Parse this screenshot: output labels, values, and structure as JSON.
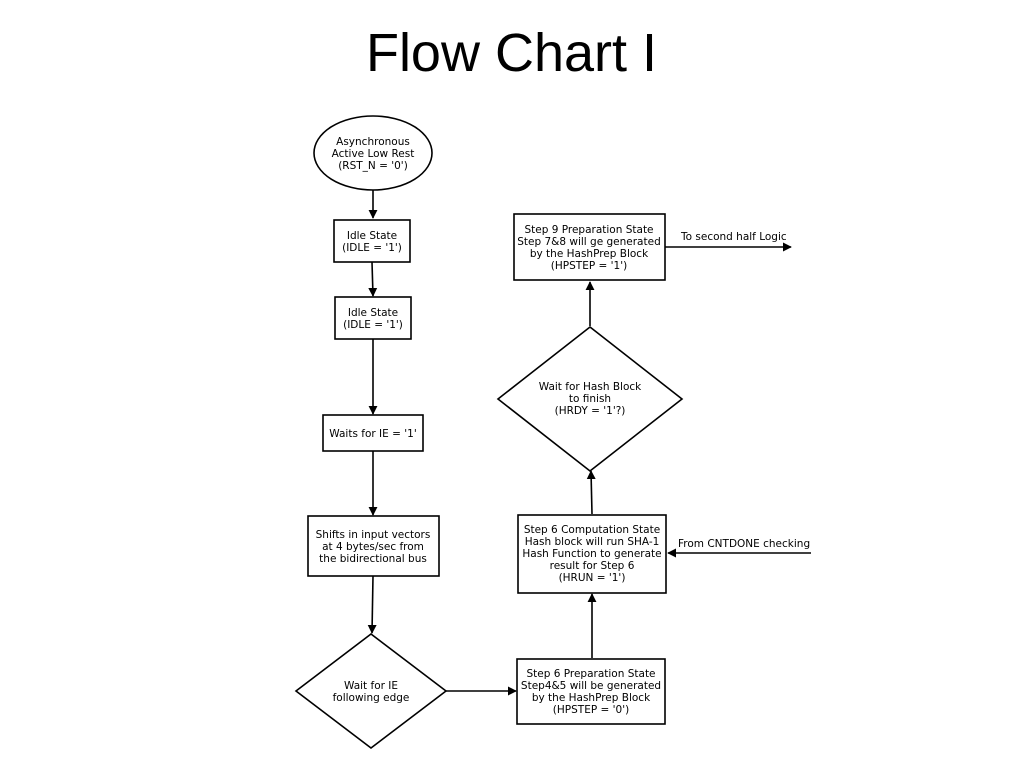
{
  "title": "Flow Chart I",
  "nodes": {
    "reset": {
      "lines": [
        "Asynchronous",
        "Active Low Rest",
        "(RST_N = '0')"
      ]
    },
    "idle1": {
      "lines": [
        "Idle State",
        "(IDLE = '1')"
      ]
    },
    "idle2": {
      "lines": [
        "Idle State",
        "(IDLE = '1')"
      ]
    },
    "wait_ie": {
      "lines": [
        "Waits for IE = '1'"
      ]
    },
    "shift": {
      "lines": [
        "Shifts in input vectors",
        "at 4 bytes/sec from",
        "the bidirectional bus"
      ]
    },
    "wait_edge": {
      "lines": [
        "Wait for IE",
        "following edge"
      ]
    },
    "prep6": {
      "lines": [
        "Step 6 Preparation State",
        "Step4&5 will be generated",
        "by the HashPrep Block",
        "(HPSTEP = '0')"
      ]
    },
    "comp6": {
      "lines": [
        "Step 6 Computation State",
        "Hash block will run SHA-1",
        "Hash Function to generate",
        "result for Step 6",
        "(HRUN = '1')"
      ]
    },
    "wait_hash": {
      "lines": [
        "Wait for Hash Block",
        "to finish",
        "(HRDY = '1'?)"
      ]
    },
    "prep9": {
      "lines": [
        "Step 9 Preparation State",
        "Step 7&8 will ge generated",
        "by the HashPrep Block",
        "(HPSTEP = '1')"
      ]
    }
  },
  "edge_labels": {
    "to_second_half": "To second half Logic",
    "from_cntdone": "From CNTDONE checking"
  }
}
